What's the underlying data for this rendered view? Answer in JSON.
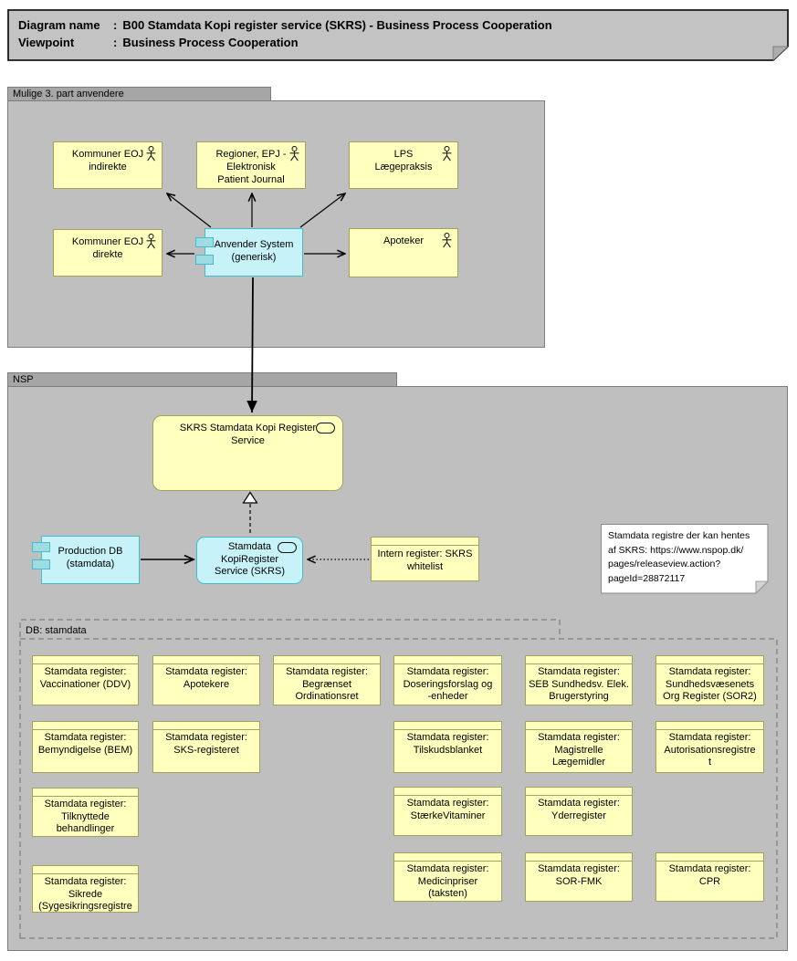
{
  "title_bar": {
    "rows": [
      {
        "label": "Diagram name",
        "value": "B00 Stamdata Kopi register service (SKRS) - Business Process Cooperation"
      },
      {
        "label": "Viewpoint",
        "value": "Business Process Cooperation"
      }
    ]
  },
  "groups": {
    "third_party": {
      "label": "Mulige 3. part anvendere"
    },
    "nsp": {
      "label": "NSP"
    },
    "db": {
      "label": "DB: stamdata"
    }
  },
  "nodes": {
    "kommuner_indirekte": {
      "label": "Kommuner EOJ\nindirekte",
      "type": "business-actor"
    },
    "regioner_epj": {
      "label": "Regioner, EPJ -\nElektronisk\nPatient Journal",
      "type": "business-actor"
    },
    "lps": {
      "label": "LPS\nLægepraksis",
      "type": "business-actor"
    },
    "kommuner_direkte": {
      "label": "Kommuner EOJ\ndirekte",
      "type": "business-actor"
    },
    "apoteker": {
      "label": "Apoteker",
      "type": "business-actor"
    },
    "anvender_system": {
      "label": "Anvender System\n(generisk)",
      "type": "application-component"
    },
    "skrs_service": {
      "label": "SKRS Stamdata Kopi Register\nService",
      "type": "application-service"
    },
    "production_db": {
      "label": "Production DB\n(stamdata)",
      "type": "application-component"
    },
    "kopiregister": {
      "label": "Stamdata\nKopiRegister\nService (SKRS)",
      "type": "application-service"
    },
    "intern_register": {
      "label": "Intern register: SKRS\nwhitelist",
      "type": "data-object"
    }
  },
  "note": {
    "text": "Stamdata registre der kan hentes\naf SKRS: https://www.nspop.dk/\npages/releaseview.action?\npageId=28872117"
  },
  "registers": [
    {
      "text": "Stamdata register:\nVaccinationer (DDV)"
    },
    {
      "text": "Stamdata register:\nApotekere"
    },
    {
      "text": "Stamdata register:\nBegrænset\nOrdinationsret"
    },
    {
      "text": "Stamdata register:\nDoseringsforslag og\n-enheder"
    },
    {
      "text": "Stamdata register:\nSEB Sundhedsv. Elek.\nBrugerstyring"
    },
    {
      "text": "Stamdata register:\nSundhedsvæsenets\nOrg Register (SOR2)"
    },
    {
      "text": "Stamdata register:\nBemyndigelse (BEM)"
    },
    {
      "text": "Stamdata register:\nSKS-registeret"
    },
    {
      "text": "Stamdata register:\nTilskudsblanket"
    },
    {
      "text": "Stamdata register:\nMagistrelle\nLægemidler"
    },
    {
      "text": "Stamdata register:\nAutorisationsregistre\nt"
    },
    {
      "text": "Stamdata register:\nTilknyttede\nbehandlinger"
    },
    {
      "text": "Stamdata register:\nStærkeVitaminer"
    },
    {
      "text": "Stamdata register:\nYderregister"
    },
    {
      "text": "Stamdata register:\nSikrede\n(Sygesikringsregistre"
    },
    {
      "text": "Stamdata register:\nMedicinpriser\n(taksten)"
    },
    {
      "text": "Stamdata register:\nSOR-FMK"
    },
    {
      "text": "Stamdata register:\nCPR"
    }
  ],
  "icons": {
    "business_actor": "stick-figure",
    "application_component": "two-left-tabs",
    "application_service": "rounded-oval",
    "note_fold": "folded-corner"
  },
  "colors": {
    "yellow_fill": "#FFFFBE",
    "yellow_border": "#A2A25C",
    "cyan_fill": "#C7F2F7",
    "cyan_border": "#44BCCD",
    "cyan_tab": "#9FDCE1",
    "group_tab": "#A6A6A6",
    "group_body": "#BFBFBF",
    "title_fill": "#C3C3C3",
    "note_fill": "#FFFFFF",
    "line": "#000000"
  }
}
